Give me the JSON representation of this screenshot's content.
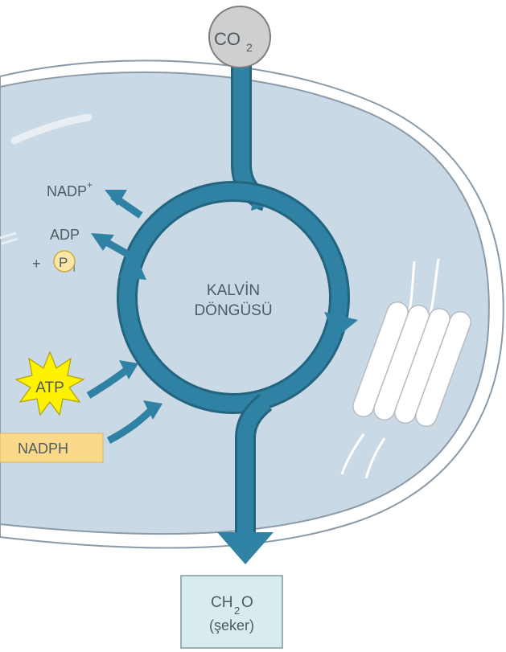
{
  "colors": {
    "chloroplast_fill": "#c9d9e6",
    "membrane_outer": "#8a9aa8",
    "arrow_blue": "#2f82a3",
    "arrow_dark": "#23647f",
    "co2_fill": "#cfcfcf",
    "atp_star": "#fff200",
    "nadph_box": "#fbd98a",
    "sugar_box": "#d8ecee",
    "label_text": "#4f5a62"
  },
  "labels": {
    "co2": "CO",
    "co2_sub": "2",
    "cycle_line1": "KALVİN",
    "cycle_line2": "DÖNGÜSÜ",
    "nadp_plus": "NADP",
    "nadp_sup": "+",
    "adp": "ADP",
    "plus": "+",
    "pi": "P",
    "pi_sub": "i",
    "atp": "ATP",
    "nadph": "NADPH",
    "sugar_line1": "CH",
    "sugar_sub": "2",
    "sugar_o": "O",
    "sugar_line2": "(şeker)"
  },
  "icons": [
    "co2-molecule-icon",
    "atp-burst-icon",
    "phosphate-icon",
    "thylakoid-stack-icon"
  ]
}
